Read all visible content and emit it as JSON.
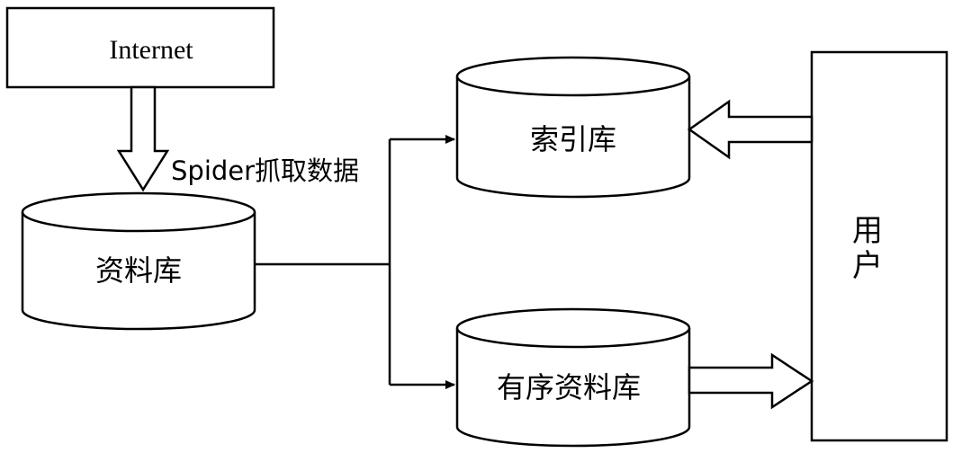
{
  "nodes": {
    "internet": "Internet",
    "raw_db": "资料库",
    "index_db": "索引库",
    "ordered_db": "有序资料库",
    "user": "用户"
  },
  "edges": {
    "spider_label": "Spider抓取数据"
  },
  "colors": {
    "line": "#000000",
    "background": "#ffffff"
  }
}
